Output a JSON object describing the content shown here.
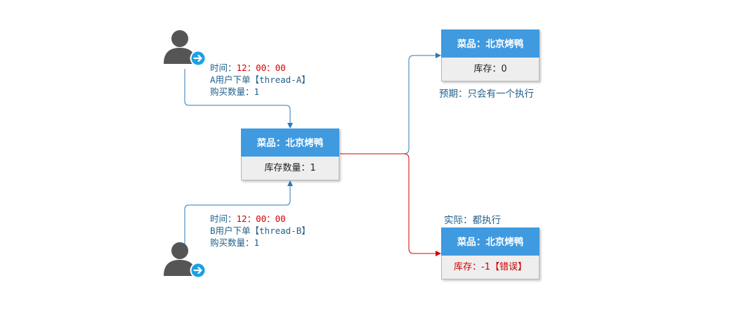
{
  "colors": {
    "accent": "#3f9ae0",
    "text_blue": "#1f5f8b",
    "error": "#d40000",
    "icon_gray": "#555555",
    "arrow_blue": "#2f78b4"
  },
  "user_a": {
    "icon": "user-arrow-icon",
    "time_label": "时间：",
    "time_value": "12：00：00",
    "order": "A用户下单【thread-A】",
    "quantity": "购买数量：1"
  },
  "user_b": {
    "icon": "user-arrow-icon",
    "time_label": "时间：",
    "time_value": "12：00：00",
    "order": "B用户下单【thread-B】",
    "quantity": "购买数量：1"
  },
  "center_card": {
    "title": "菜品：北京烤鸭",
    "body": "库存数量：1"
  },
  "expected_card": {
    "title": "菜品：北京烤鸭",
    "body": "库存：0"
  },
  "expected_caption": "预期：只会有一个执行",
  "actual_caption": "实际：都执行",
  "actual_card": {
    "title": "菜品：北京烤鸭",
    "body": "库存：-1【错误】"
  }
}
